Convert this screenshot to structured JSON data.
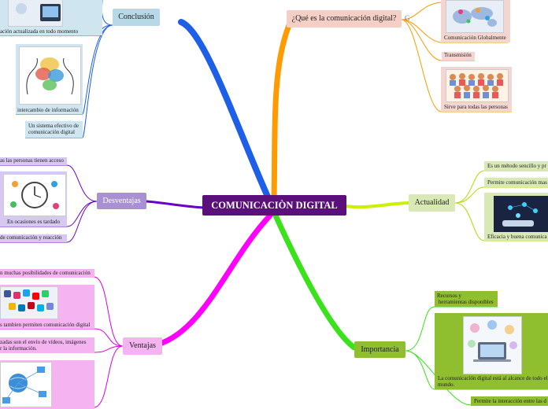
{
  "center": "COMUNICACIÒN DIGITAL",
  "topics": {
    "que": "¿Qué es la comunicación digital?",
    "actualidad": "Actualidad",
    "importancia": "Importancia",
    "ventajas": "Ventajas",
    "desventajas": "Desventajas",
    "conclusion": "Conclusión"
  },
  "que_items": {
    "global": "Comunicación Globalmente",
    "transmision": "Transmisión",
    "personas": "Sirve para todas las personas"
  },
  "actualidad_items": {
    "metodo": "Es un método sencillo y pr",
    "permite": "Permite comunicación mas",
    "eficacia": "Eficacia y buena comunica"
  },
  "importancia_items": {
    "recursos": "Recursos y\n herramientas disponibles",
    "alcance": "La comunicación digital está al alcance de todo el mundo.",
    "interaccion": "Permite la interacción entre las d"
  },
  "ventajas_items": {
    "posibilidades": "n muchas posibilidades de comunicación",
    "redes": "s tambien permiten comunicación digital",
    "videos": "zadas son el envío de vídeos, imágenes\nr la información."
  },
  "desventajas_items": {
    "acceso": "as las personas tienen acceso",
    "tardado": "En ocasiones es tardado",
    "reaccion": "de comunicación y reacción"
  },
  "conclusion_items": {
    "actualizada": "ación actualizada en todo momento",
    "intercambio": "intercambio de información",
    "sistema": "Un sistema efectivo de\ncomunicación digital"
  },
  "colors": {
    "center": "#5b0f7a",
    "que": "#ff8c00",
    "actualidad": "#c8f000",
    "importancia": "#3ddc1a",
    "ventajas": "#ff00ff",
    "desventajas": "#6a00c8",
    "conclusion": "#1f5fe0"
  }
}
